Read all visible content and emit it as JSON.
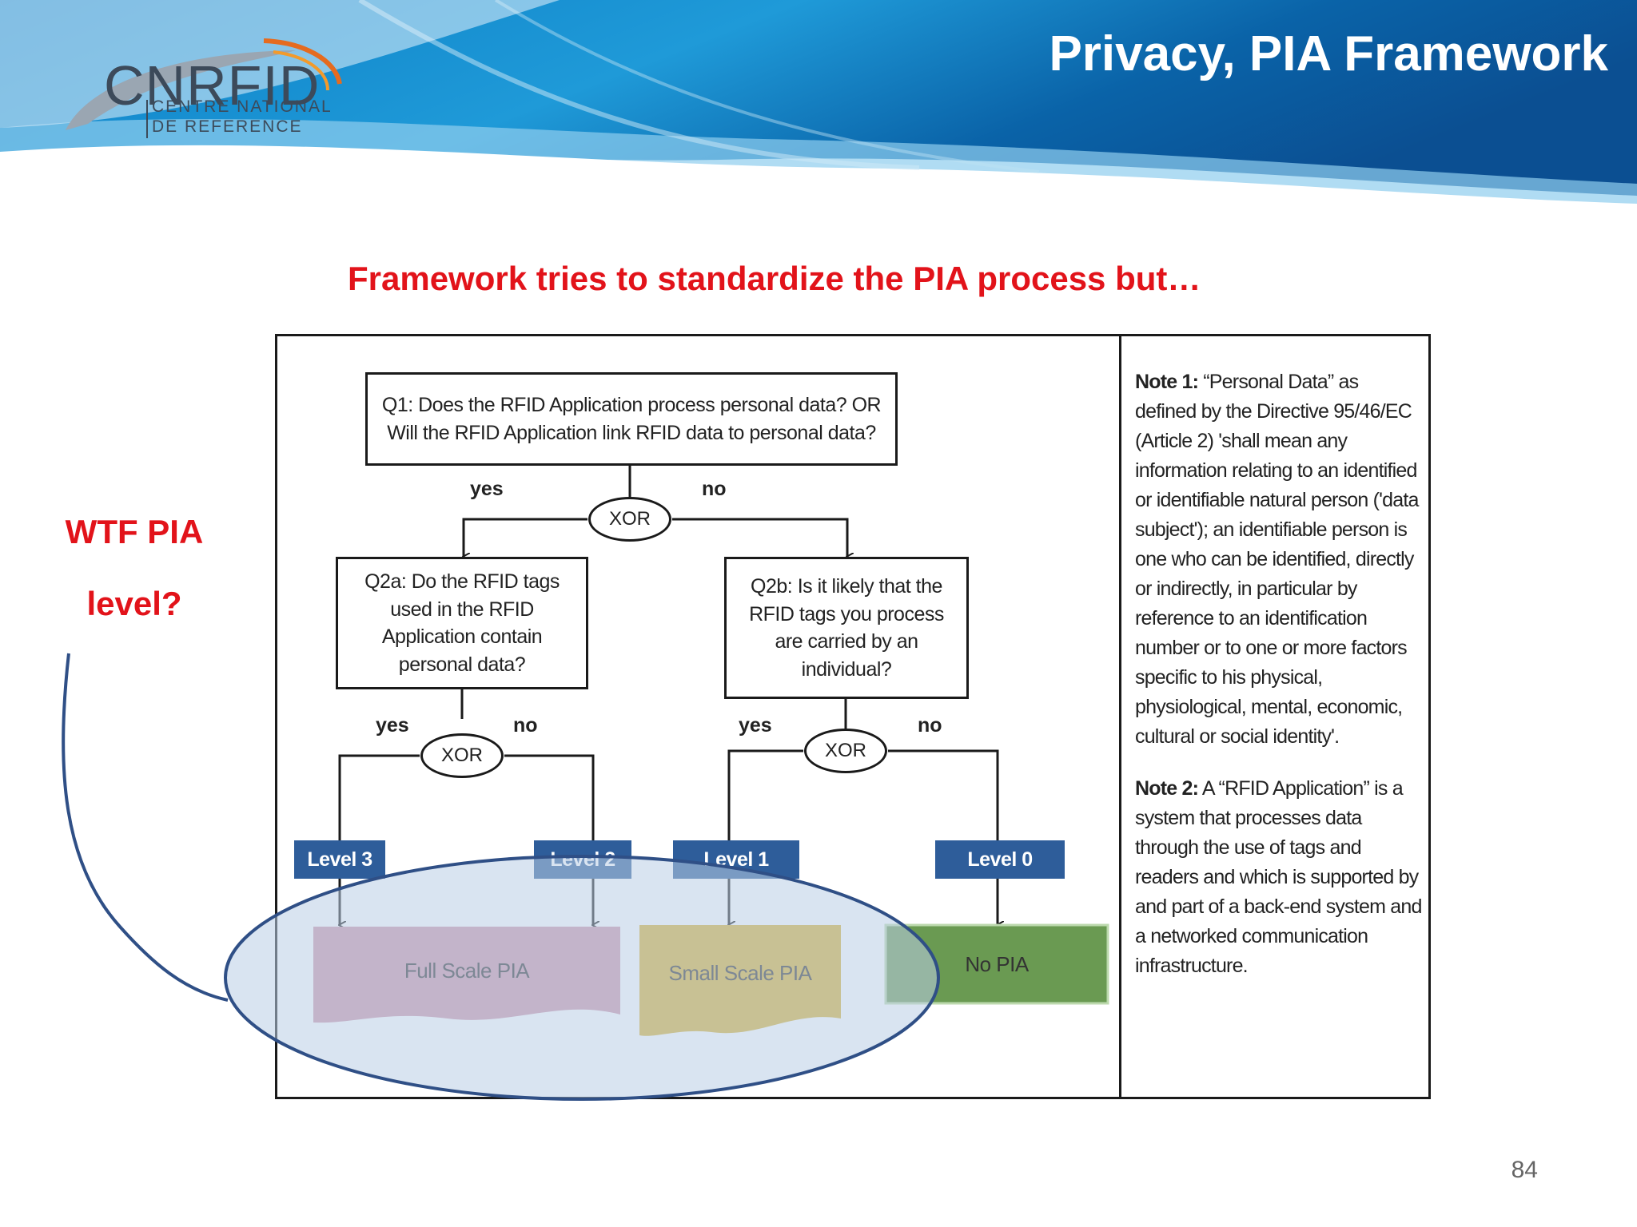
{
  "header": {
    "title": "Privacy, PIA Framework",
    "logo": {
      "name": "CNRFID",
      "line1": "CENTRE NATIONAL",
      "line2": "DE REFERENCE"
    }
  },
  "subtitle": "Framework tries to standardize the PIA process but…",
  "annotation": {
    "line1": "WTF PIA",
    "line2": "level?"
  },
  "flowchart": {
    "q1": "Q1: Does the RFID Application process personal data? OR Will the RFID Application link RFID data to personal data?",
    "q2a": "Q2a: Do the RFID tags used in the RFID Application contain personal data?",
    "q2b": "Q2b: Is it likely that the RFID tags you process are carried by an individual?",
    "xor": "XOR",
    "yes": "yes",
    "no": "no",
    "levels": {
      "l3": "Level 3",
      "l2": "Level 2",
      "l1": "Level 1",
      "l0": "Level 0"
    },
    "outcomes": {
      "full": "Full Scale  PIA",
      "small": "Small Scale PIA",
      "none": "No PIA"
    }
  },
  "notes": {
    "note1_label": "Note 1:",
    "note1_text": " “Personal Data” as defined by the Directive 95/46/EC (Article 2) 'shall mean any information relating to an identified or identifiable natural person ('data subject'); an identifiable person is one who can be identified, directly or indirectly, in particular by reference to an identification number or to one or more factors specific to his physical, physiological, mental, economic, cultural or social identity'.",
    "note2_label": "Note 2:",
    "note2_text": " A “RFID Application” is a system that processes data through the use of tags and readers and which is supported by and part of a  back-end system and a networked communication infrastructure."
  },
  "page_number": "84",
  "colors": {
    "accent_red": "#e2131a",
    "level_blue": "#2e5d9a",
    "full_pink": "#cf95a8",
    "small_yellow": "#d9b231",
    "none_green": "#6a9a52",
    "highlight": "#b9cde6"
  }
}
